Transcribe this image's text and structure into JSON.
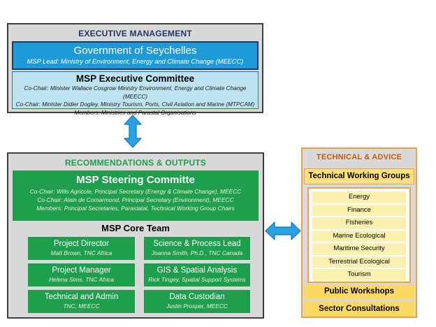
{
  "executive": {
    "title": "EXECUTIVE MANAGEMENT",
    "government": {
      "title": "Government of Seychelles",
      "subtitle": "MSP Lead: Ministry of Environment, Energy and Climate Change (MEECC)"
    },
    "committee": {
      "title": "MSP Executive Committee",
      "lines": [
        "Co-Chair: Minister Wallace Cosgrow Ministry Environment, Energy and Climate Change (MEECC)",
        "Co-Chair: Minister Didier Dogley, Ministry Tourism, Ports, Civil Aviation and Marine (MTPCAM)",
        "Members: Ministries and Parastal Organisations"
      ]
    }
  },
  "recommendations": {
    "title": "RECOMMENDATIONS & OUTPUTS",
    "steering": {
      "title": "MSP Steering Committe",
      "lines": [
        "Co-Chair: Wills Agricole, Principal Secretary (Energy & Climate Change), MEECC",
        "Co-Chair: Alain de Comarmond, Principal Secretary (Environment), MEECC",
        "Members: Principal Secretaries, Parastatal, Technical Working Group Chairs"
      ]
    },
    "core_team": {
      "title": "MSP Core Team",
      "members": [
        {
          "role": "Project Director",
          "person": "Matt Brown, TNC Africa"
        },
        {
          "role": "Science & Process Lead",
          "person": "Joanna Smith, Ph.D., TNC Canada"
        },
        {
          "role": "Project Manager",
          "person": "Helena Sims, TNC Africa"
        },
        {
          "role": "GIS & Spatial Analysis",
          "person": "Rick Tingey, Spatial Support Systems"
        },
        {
          "role": "Technical and Admin",
          "person": "TNC, MEECC"
        },
        {
          "role": "Data Custodian",
          "person": "Justin Prosper, MEECC"
        }
      ]
    }
  },
  "technical": {
    "title": "TECHNICAL & ADVICE",
    "working_groups": {
      "title": "Technical Working Groups",
      "items": [
        "Energy",
        "Finance",
        "Fisheries",
        "Marine Ecological",
        "Maritime Security",
        "Terrestrial Ecological",
        "Tourism"
      ]
    },
    "public_workshops": "Public Workshops",
    "sector_consultations": "Sector Consultations"
  },
  "colors": {
    "gray": "#D9D9D9",
    "borderdark": "#3F3F3F",
    "navy": "#1F3864",
    "blue": "#1E9BD7",
    "lightblue": "#BEE4F1",
    "lightblueborder": "#2E75B6",
    "green": "#1F9E4E",
    "cream": "#EDF2DC",
    "orange": "#E8A151",
    "orangetext": "#C45911",
    "bandyellow": "#FFE07D",
    "rowyellow": "#FAF0B0",
    "darkyellow": "#FFD966",
    "arrow": "#29A2E2",
    "arrowstroke": "#1474B8"
  }
}
